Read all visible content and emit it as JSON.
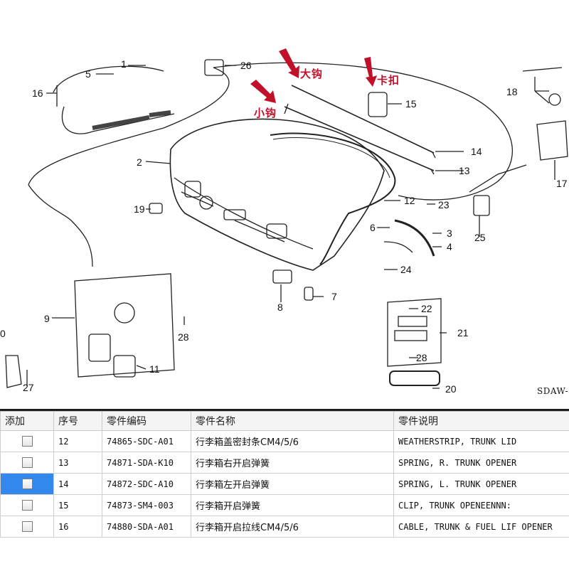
{
  "diagram": {
    "callouts": [
      "1",
      "5",
      "16",
      "26",
      "2",
      "19",
      "6",
      "9",
      "11",
      "28",
      "27",
      "12",
      "14",
      "13",
      "15",
      "18",
      "17",
      "23",
      "3",
      "4",
      "24",
      "25",
      "8",
      "7",
      "22",
      "21",
      "28",
      "20"
    ],
    "annotations": {
      "big_hook": "大钩",
      "small_hook": "小钩",
      "clip": "卡扣"
    },
    "corner_code": "SDAW-",
    "edge_mark": "0"
  },
  "table": {
    "headers": [
      "添加",
      "序号",
      "零件编码",
      "零件名称",
      "零件说明"
    ],
    "rows": [
      {
        "seq": "12",
        "code": "74865-SDC-A01",
        "name": "行李箱盖密封条CM4/5/6",
        "desc": "WEATHERSTRIP, TRUNK LID"
      },
      {
        "seq": "13",
        "code": "74871-SDA-K10",
        "name": "行李箱右开启弹簧",
        "desc": "SPRING, R. TRUNK OPENER"
      },
      {
        "seq": "14",
        "code": "74872-SDC-A10",
        "name": "行李箱左开启弹簧",
        "desc": "SPRING, L. TRUNK OPENER"
      },
      {
        "seq": "15",
        "code": "74873-SM4-003",
        "name": "行李箱开启弹簧",
        "desc": "CLIP, TRUNK OPENEENNN:"
      },
      {
        "seq": "16",
        "code": "74880-SDA-A01",
        "name": "行李箱开启拉线CM4/5/6",
        "desc": "CABLE, TRUNK & FUEL LIF OPENER"
      }
    ],
    "selected_row": "14"
  },
  "colors": {
    "annotation_red": "#c0102a",
    "selection_blue": "#3388ee",
    "header_bg": "#f4f4f4"
  }
}
